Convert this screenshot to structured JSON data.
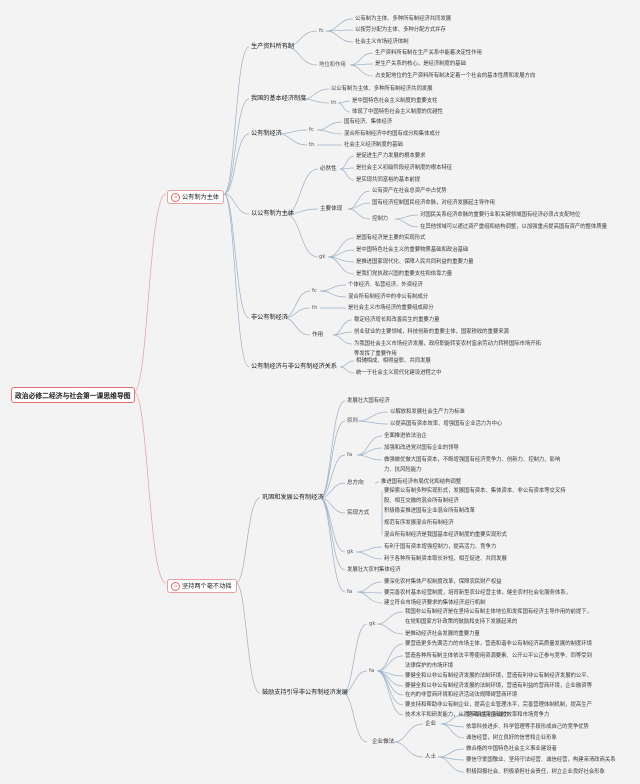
{
  "title": "政治必修二经济与社会第一课思维导图",
  "branches": [
    {
      "label": "公有制为主体",
      "icon": "home-icon"
    },
    {
      "label": "坚持两个毫不动摇",
      "icon": "home-icon"
    }
  ],
  "nodes": [
    "生产资料所有制",
    "fc",
    "公有制为主体、多种所有制经济共同发展",
    "以按劳分配为主体、多种分配方式并存",
    "社会主义市场经济体制",
    "地位和作用",
    "生产资料所有制在生产关系中能着决定性作用",
    "是生产关系的核心，是经济制度的基础",
    "占支配地位的生产资料所有制决定着一个社会的基本性质和发展方向",
    "我国的基本经济制度",
    "以公有制为主体、多种所有制经济共同发展",
    "th",
    "是中国特色社会主义制度的重要支柱",
    "体现了中国特色社会主义制度的优越性",
    "公有制经济",
    "fc",
    "国有经济、集体经济",
    "混合所有制经济中的国有成分和集体成分",
    "th",
    "社会主义经济制度的基础",
    "以公有制为主体",
    "必然性",
    "是促进生产力发展的根本要求",
    "是社会主义初级阶段经济制度的根本特征",
    "是实现共同富裕的基本前提",
    "主要体现",
    "公有资产在社会总资产中占优势",
    "国有经济控制国民经济命脉，对经济发展起主导作用",
    "控制力",
    "对国民关系经济命脉的重要行业和关键领域国有经济必须占支配地位",
    "在其他领域可以通过资产重组和结构调整，以加强重点提高国有资产的整体质量",
    "gk",
    "是国有经济是主要的实现形式",
    "是中国特色社会主义的重要物质基础和政治基础",
    "是推进国家现代化、保障人民共同利益的重要力量",
    "是我们党执政兴国的重要支柱和依靠力量",
    "非公有制经济",
    "fc",
    "个体经济、私营经济、外资经济",
    "混合所有制经济中的非公有制成分",
    "th",
    "是社会主义市场经济的重要组成部分",
    "作用",
    "稳定经济增长和改善民生的重要力量",
    "创业就业的主要领域，科技创新的重要主体，国家税收的重要来源",
    "为我国社会主义市场经济发展，政府职能转变农村富余劳动力转移国际市场开拓",
    "等发挥了重要作用",
    "公有制经济与非公有制经济关系",
    "相辅相成、相得益彰、共同发展",
    "统一于社会主义现代化建设进程之中",
    "巩固和发展公有制经济",
    "发展壮大国有经济",
    "原则",
    "以解放和发展社会生产力为标准",
    "以提高国有资本效率、增强国有企业活力为中心",
    "fa",
    "全面推进依法治企",
    "加强和改进党对国有企业的领导",
    "做强做优做大国有资本，不断增强国有经济竞争力、创新力、控制力、影响",
    "力、抗风险能力",
    "总方向",
    "推进国有经济布局优化和结构调整",
    "实现方式",
    "要探索公有制多种实现形式，发展国有资本、集体资本、非公有资本等交叉持",
    "股、相互交融的混合所有制经济",
    "积极稳妥推进国有企业混合所有制改革",
    "规范有序发展混合所有制经济",
    "混合所有制经济是我国基本经济制度的重要实现形式",
    "gk",
    "有利于国有资本增强控制力，提高活力、竞争力",
    "利于各种所有制资本取长补短，相互促进、共同发展",
    "发展壮大农村集体经济",
    "fa",
    "要深化农村集体产权制度改革，保障农民财产权益",
    "要完善农村基本经营制度，培育新型农业经营主体，健全农村社会化服务体系，",
    "建立符合市场经济要求的集体经济运行机制",
    "鼓励支持引导非公有制经济发展",
    "gk",
    "我国非公有制经济是在坚持公有制主体地位和发挥国有经济主导作用的前提下，",
    "在党和国家方针政策的鼓励和支持下发展起来的",
    "是推动经济社会发展的重要力量",
    "fa",
    "要营造更多先满活力的市场主体，营造和谐非公有制经济高质量发展的制度环境",
    "营造各种所有制主体依法平等使用资源要素、公开公平公正参与竞争、同等受到",
    "法律保护的市场环境",
    "要健全和以非公有制经济发展的法制环境，营造有利非公有制经济发展的公平、",
    "要健全和以非公有制经济发展的法制环境，营造有利益的营商环境，企业融资等",
    "在内的非营商环境和经济活动法规障碍营商环境",
    "要支持和帮助非公有制企业，提高企业管理水平，完善营理体制机制，提高生产",
    "技术水平和研发能力，从而不断提高企业的效率和市场竞争力",
    "企业做法",
    "企业",
    "提高自主创新能力",
    "依靠科技进步、科学管理等手段形成自己的竞争优势",
    "诚信经营，树立良好的信誉和企业形象",
    "人士",
    "做合格的中国特色社会主义事业建设者",
    "要信守爱国敬业、坚持守法经营、诚信经营，构建亲清政商关系",
    "积极回报社会、积极承担社会责任，树立企业良好社会形象"
  ]
}
